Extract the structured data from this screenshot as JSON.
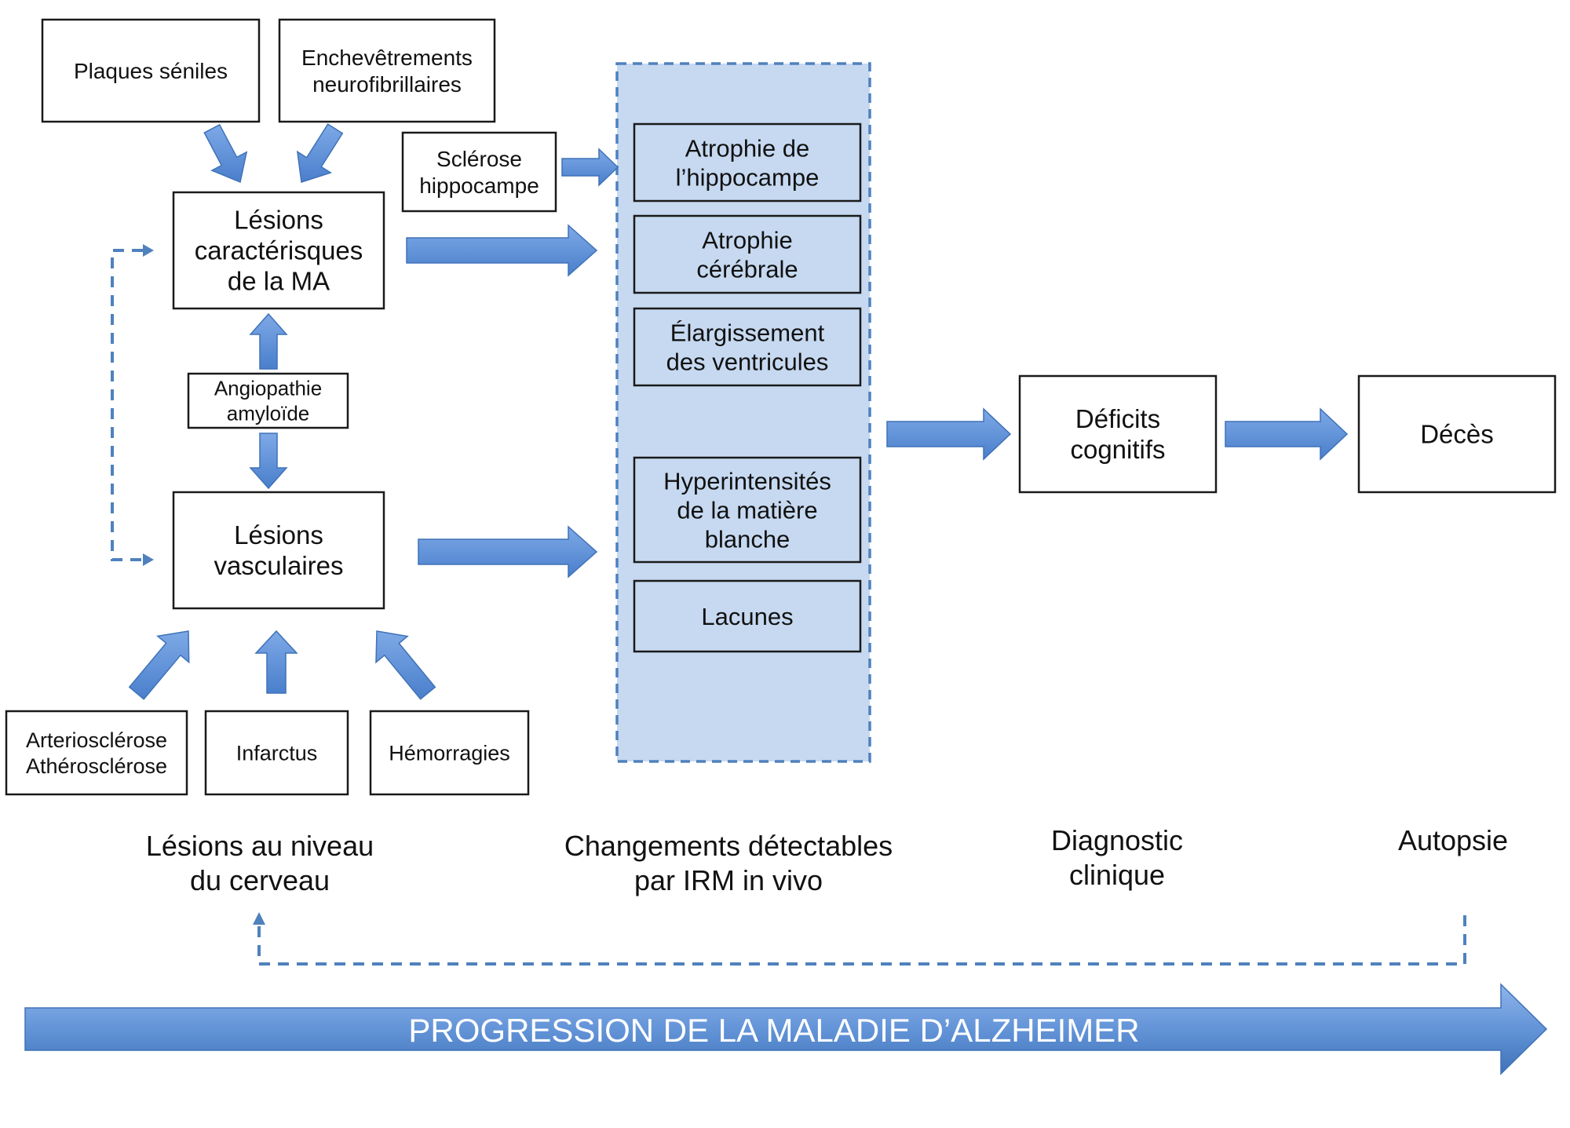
{
  "colors": {
    "arrow_fill": "#5b8fd6",
    "arrow_stroke": "#3f72b8",
    "mri_panel_fill": "#c6d9f1",
    "dashed_line": "#4f81bd",
    "box_border": "#1a1a1a",
    "progression_text": "#ffffff"
  },
  "top_sources": {
    "plaques": [
      "Plaques séniles"
    ],
    "enchevetrements": [
      "Enchevêtrements",
      "neurofibrillaires"
    ]
  },
  "sclerose": [
    "Sclérose",
    "hippocampe"
  ],
  "lesions_ma": [
    "Lésions",
    "caractérisques",
    "de la MA"
  ],
  "angiopathie": [
    "Angiopathie",
    "amyloïde"
  ],
  "lesions_vasculaires": [
    "Lésions",
    "vasculaires"
  ],
  "bottom_sources": {
    "arterio": [
      "Arteriosclérose",
      "Athérosclérose"
    ],
    "infarctus": [
      "Infarctus"
    ],
    "hemorragies": [
      "Hémorragies"
    ]
  },
  "mri_changes": {
    "atrophie_hippocampe": [
      "Atrophie de",
      "l’hippocampe"
    ],
    "atrophie_cerebrale": [
      "Atrophie",
      "cérébrale"
    ],
    "elargissement": [
      "Élargissement",
      "des ventricules"
    ],
    "hyperintensites": [
      "Hyperintensités",
      "de la matière",
      "blanche"
    ],
    "lacunes": [
      "Lacunes"
    ]
  },
  "deficits": [
    "Déficits",
    "cognitifs"
  ],
  "deces": [
    "Décès"
  ],
  "stage_labels": {
    "cerveau": [
      "Lésions au niveau",
      "du cerveau"
    ],
    "irm": [
      "Changements détectables",
      "par IRM in vivo"
    ],
    "diagnostic": [
      "Diagnostic",
      "clinique"
    ],
    "autopsie": [
      "Autopsie"
    ]
  },
  "progression_label": "PROGRESSION DE LA MALADIE D’ALZHEIMER"
}
